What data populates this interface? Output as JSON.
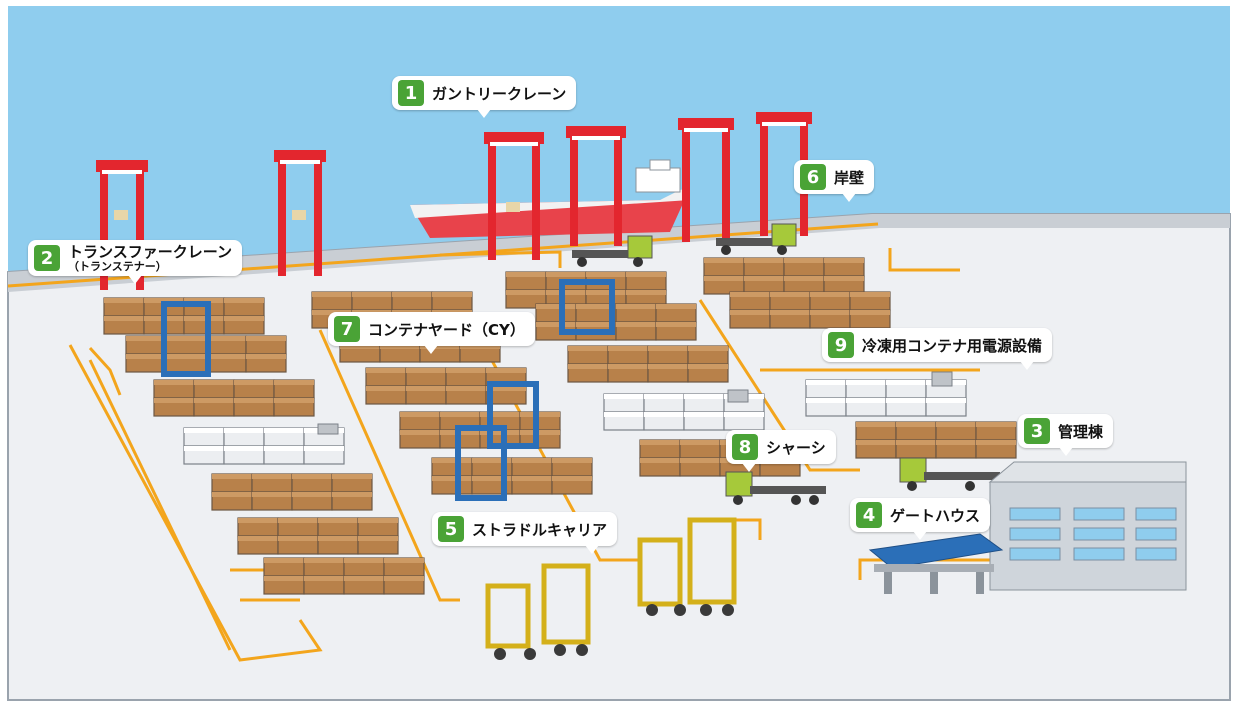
{
  "callouts": [
    {
      "number": "1",
      "label": "ガントリークレーン",
      "sub": ""
    },
    {
      "number": "2",
      "label": "トランスファークレーン",
      "sub": "（トランステナー）"
    },
    {
      "number": "3",
      "label": "管理棟",
      "sub": ""
    },
    {
      "number": "4",
      "label": "ゲートハウス",
      "sub": ""
    },
    {
      "number": "5",
      "label": "ストラドルキャリア",
      "sub": ""
    },
    {
      "number": "6",
      "label": "岸壁",
      "sub": ""
    },
    {
      "number": "7",
      "label": "コンテナヤード（CY）",
      "sub": ""
    },
    {
      "number": "8",
      "label": "シャーシ",
      "sub": ""
    },
    {
      "number": "9",
      "label": "冷凍用コンテナ用電源設備",
      "sub": ""
    }
  ],
  "colors": {
    "sky": "#8fcdee",
    "yard": "#eef0f3",
    "quay_edge": "#9aa3ad",
    "lane": "#f3a51c",
    "container": "#b8814a",
    "reefer": "#e9ebee",
    "crane_red": "#e3262e",
    "crane_blue": "#2b6fb8",
    "straddle_yellow": "#f0d22a",
    "badge_green": "#4aa336",
    "truck_green": "#a6c93a"
  }
}
